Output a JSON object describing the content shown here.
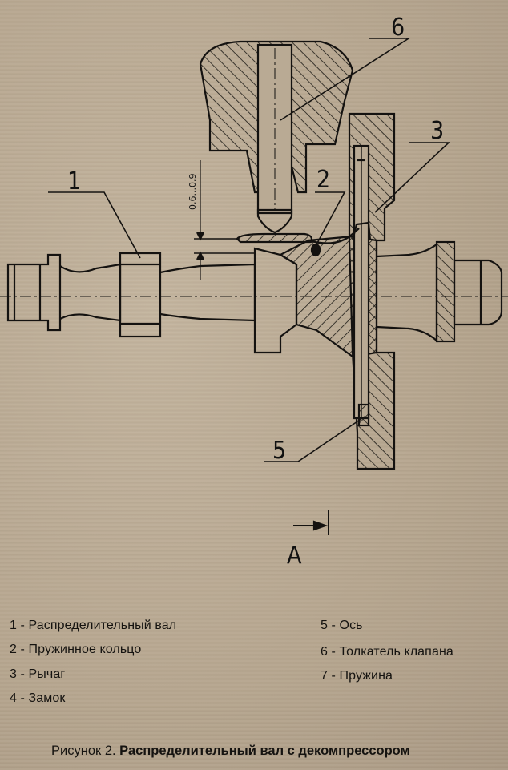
{
  "callouts": {
    "c1": "1",
    "c2": "2",
    "c3": "3",
    "c5": "5",
    "c6": "6",
    "view": "A"
  },
  "dimension": "0,6...0,9",
  "legend": [
    {
      "num": "1",
      "text": "Распределительный вал"
    },
    {
      "num": "2",
      "text": "Пружинное кольцо"
    },
    {
      "num": "3",
      "text": "Рычаг"
    },
    {
      "num": "4",
      "text": "Замок"
    },
    {
      "num": "5",
      "text": "Ось"
    },
    {
      "num": "6",
      "text": "Толкатель клапана"
    },
    {
      "num": "7",
      "text": "Пружина"
    }
  ],
  "caption": {
    "prefix": "Рисунок 2.",
    "title": "Распределительный вал с декомпрессором"
  },
  "colors": {
    "ink": "#111111",
    "paper": "#b9aa94"
  }
}
